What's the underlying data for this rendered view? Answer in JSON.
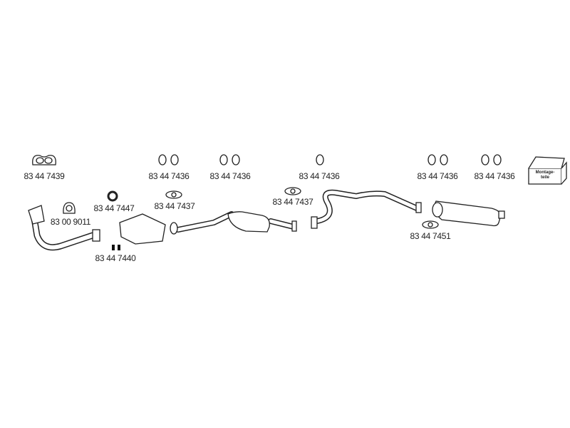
{
  "parts": [
    {
      "id": "gasket-manifold",
      "number": "83 44 7439"
    },
    {
      "id": "clamp",
      "number": "83 00 9011"
    },
    {
      "id": "ring",
      "number": "83 44 7447"
    },
    {
      "id": "spacers",
      "number": "83 44 7440"
    },
    {
      "id": "hangers-1",
      "number": "83 44 7436"
    },
    {
      "id": "gasket-1",
      "number": "83 44 7437"
    },
    {
      "id": "hangers-2",
      "number": "83 44 7436"
    },
    {
      "id": "hangers-3",
      "number": "83 44 7436"
    },
    {
      "id": "gasket-2",
      "number": "83 44 7437"
    },
    {
      "id": "hangers-4",
      "number": "83 44 7436"
    },
    {
      "id": "hangers-5",
      "number": "83 44 7436"
    },
    {
      "id": "gasket-rear",
      "number": "83 44 7451"
    }
  ],
  "kit": {
    "label_line1": "Montage-",
    "label_line2": "teile"
  }
}
